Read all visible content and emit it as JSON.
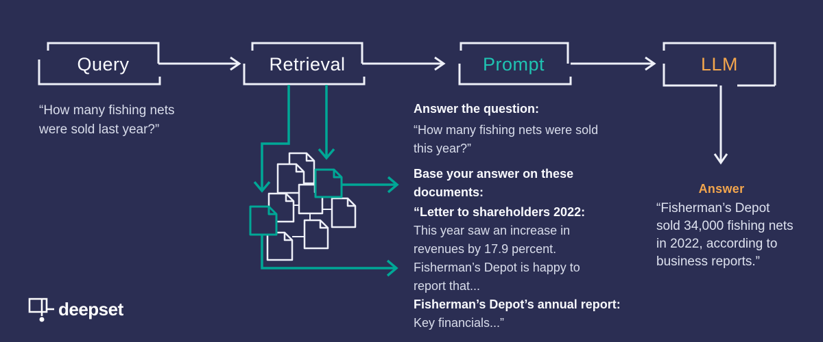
{
  "colors": {
    "background": "#2b2e53",
    "line_white": "#eef0f8",
    "accent_teal": "#00a796",
    "prompt_text_teal": "#1fc3b2",
    "accent_orange": "#f3a64d",
    "body_text": "#d9ddeb",
    "bold_text": "#f8f9fd"
  },
  "pipeline": {
    "stages": [
      {
        "label": "Query"
      },
      {
        "label": "Retrieval"
      },
      {
        "label": "Prompt"
      },
      {
        "label": "LLM"
      }
    ]
  },
  "query": {
    "text": "“How many fishing nets\nwere sold last year?”"
  },
  "retrieval": {
    "documents_total": 9,
    "documents_highlighted": 2
  },
  "prompt": {
    "instruction": "Answer the question:",
    "question": "“How many fishing nets were sold\nthis year?”",
    "base_instruction": "Base your answer on these documents:",
    "doc1_title": "“Letter to shareholders 2022:",
    "doc1_body": "This year saw an increase in\nrevenues by 17.9 percent.\nFisherman’s Depot is happy to\nreport that...",
    "doc2_title": "Fisherman’s Depot’s annual report:",
    "doc2_body": "Key financials...”"
  },
  "answer": {
    "label": "Answer",
    "text": "“Fisherman’s Depot\nsold 34,000 fishing nets\nin 2022, according to\nbusiness reports.”"
  },
  "logo": {
    "text": "deepset"
  }
}
